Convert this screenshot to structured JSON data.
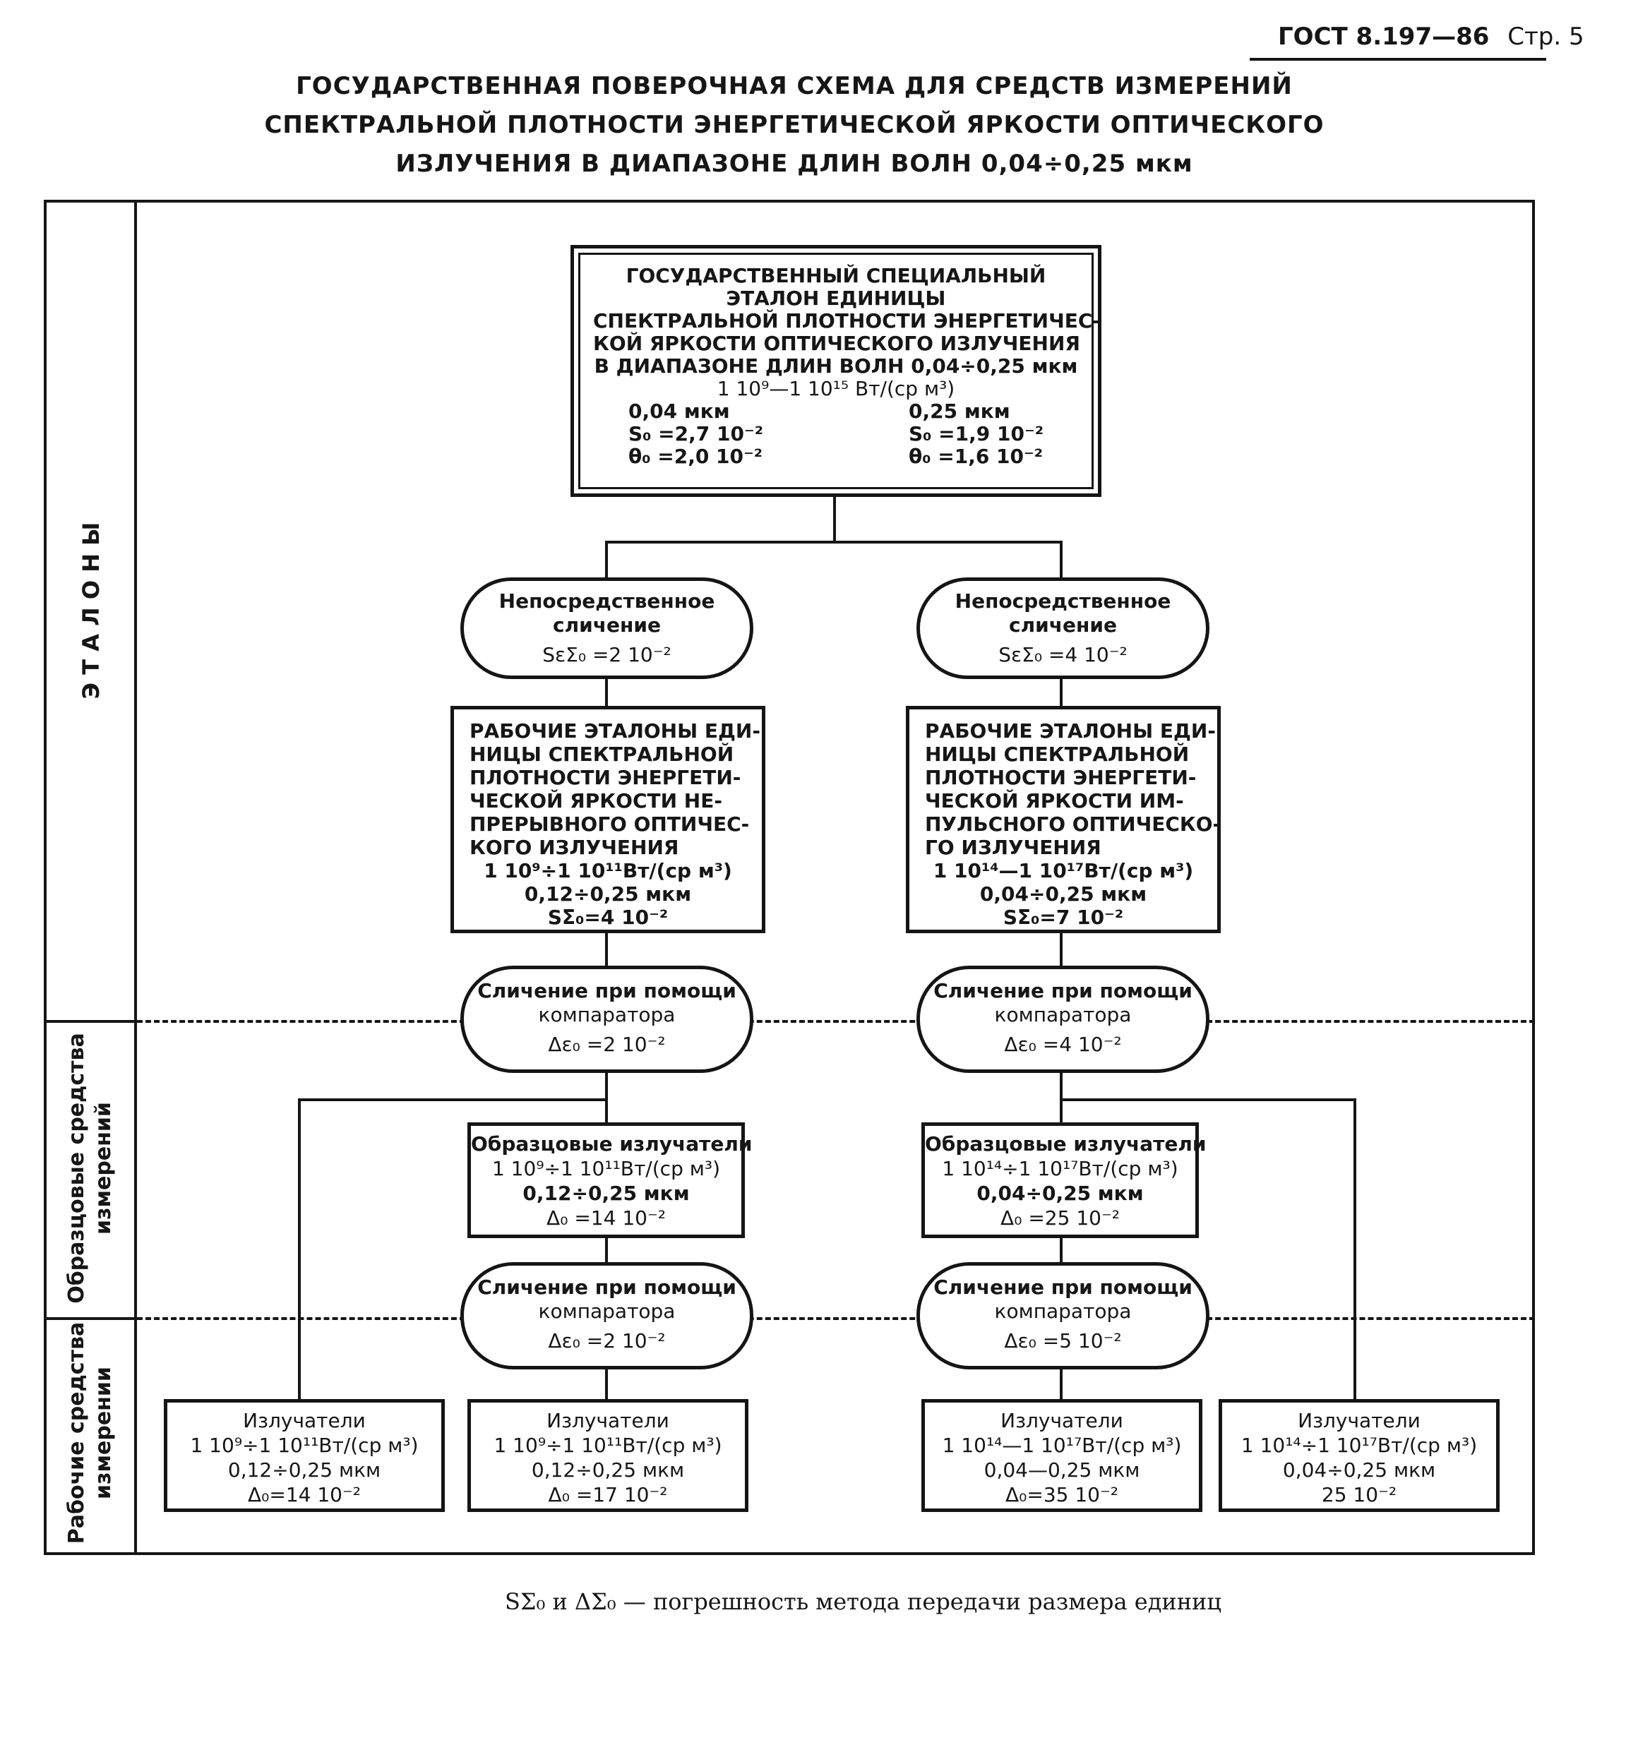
{
  "header": {
    "gost": "ГОСТ 8.197—86",
    "page": "Стр. 5"
  },
  "title": [
    "ГОСУДАРСТВЕННАЯ ПОВЕРОЧНАЯ СХЕМА ДЛЯ СРЕДСТВ ИЗМЕРЕНИЙ",
    "СПЕКТРАЛЬНОЙ ПЛОТНОСТИ ЭНЕРГЕТИЧЕСКОЙ ЯРКОСТИ ОПТИЧЕСКОГО",
    "ИЗЛУЧЕНИЯ В ДИАПАЗОНЕ ДЛИН ВОЛН 0,04÷0,25 мкм"
  ],
  "sections": {
    "etalony": "Э Т А Л О Н Ы",
    "obraztsovye": [
      "Образцовые средства",
      "измерений"
    ],
    "rabochie": [
      "Рабочие средства",
      "измерении"
    ]
  },
  "main_standard": {
    "lines": [
      "ГОСУДАРСТВЕННЫЙ СПЕЦИАЛЬНЫЙ",
      "ЭТАЛОН ЕДИНИЦЫ",
      "СПЕКТРАЛЬНОЙ ПЛОТНОСТИ ЭНЕРГЕТИЧЕС-",
      "КОЙ ЯРКОСТИ ОПТИЧЕСКОГО ИЗЛУЧЕНИЯ",
      "В ДИАПАЗОНЕ ДЛИН ВОЛН 0,04÷0,25 мкм",
      "1 10⁹—1 10¹⁵ Вт/(ср м³)"
    ],
    "col1": [
      "0,04 мкм",
      "S₀ =2,7 10⁻²",
      "θ₀ =2,0 10⁻²"
    ],
    "col2": [
      "0,25 мкм",
      "S₀ =1,9 10⁻²",
      "θ₀ =1,6 10⁻²"
    ]
  },
  "direct_left": [
    "Непосредственное",
    "сличение",
    "SεΣ₀ =2 10⁻²"
  ],
  "direct_right": [
    "Непосредственное",
    "сличение",
    "SεΣ₀ =4 10⁻²"
  ],
  "work_left": [
    "РАБОЧИЕ ЭТАЛОНЫ ЕДИ-",
    "НИЦЫ СПЕКТРАЛЬНОЙ",
    "ПЛОТНОСТИ ЭНЕРГЕТИ-",
    "ЧЕСКОЙ ЯРКОСТИ НЕ-",
    "ПРЕРЫВНОГО ОПТИЧЕС-",
    "КОГО ИЗЛУЧЕНИЯ",
    "1 10⁹÷1 10¹¹Вт/(ср м³)",
    "0,12÷0,25 мкм",
    "SΣ₀=4 10⁻²"
  ],
  "work_right": [
    "РАБОЧИЕ ЭТАЛОНЫ ЕДИ-",
    "НИЦЫ СПЕКТРАЛЬНОЙ",
    "ПЛОТНОСТИ ЭНЕРГЕТИ-",
    "ЧЕСКОЙ ЯРКОСТИ ИМ-",
    "ПУЛЬСНОГО ОПТИЧЕСКО-",
    "ГО ИЗЛУЧЕНИЯ",
    "1 10¹⁴—1 10¹⁷Вт/(ср м³)",
    "0,04÷0,25 мкм",
    "SΣ₀=7 10⁻²"
  ],
  "comp1_left": [
    "Сличение при помощи",
    "компаратора",
    "Δε₀ =2 10⁻²"
  ],
  "comp1_right": [
    "Сличение при помощи",
    "компаратора",
    "Δε₀ =4 10⁻²"
  ],
  "ref_left": [
    "Образцовые излучатели",
    "1 10⁹÷1 10¹¹Вт/(ср м³)",
    "0,12÷0,25 мкм",
    "Δ₀ =14 10⁻²"
  ],
  "ref_right": [
    "Образцовые излучатели",
    "1 10¹⁴÷1 10¹⁷Вт/(ср м³)",
    "0,04÷0,25 мкм",
    "Δ₀ =25 10⁻²"
  ],
  "comp2_left": [
    "Сличение при помощи",
    "компаратора",
    "Δε₀ =2 10⁻²"
  ],
  "comp2_right": [
    "Сличение при помощи",
    "компаратора",
    "Δε₀ =5 10⁻²"
  ],
  "emit1": [
    "Излучатели",
    "1 10⁹÷1 10¹¹Вт/(ср м³)",
    "0,12÷0,25 мкм",
    "Δ₀=14 10⁻²"
  ],
  "emit2": [
    "Излучатели",
    "1 10⁹÷1 10¹¹Вт/(ср м³)",
    "0,12÷0,25 мкм",
    "Δ₀ =17 10⁻²"
  ],
  "emit3": [
    "Излучатели",
    "1 10¹⁴—1 10¹⁷Вт/(ср м³)",
    "0,04—0,25 мкм",
    "Δ₀=35 10⁻²"
  ],
  "emit4": [
    "Излучатели",
    "1 10¹⁴÷1 10¹⁷Вт/(ср м³)",
    "0,04÷0,25 мкм",
    "25 10⁻²"
  ],
  "footnote": "SΣ₀ и ΔΣ₀ — погрешность метода передачи размера единиц"
}
